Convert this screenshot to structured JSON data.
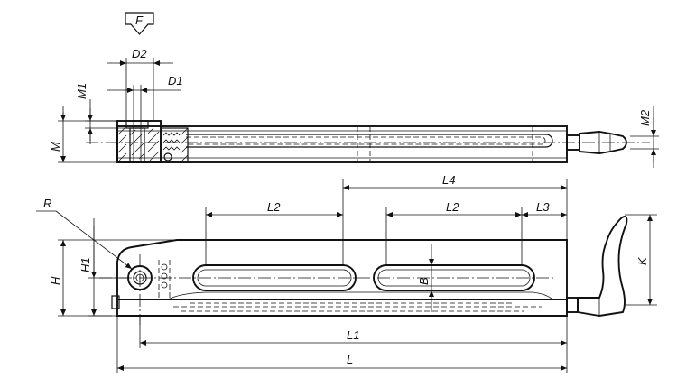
{
  "labels": {
    "F": "F",
    "D2": "D2",
    "D1": "D1",
    "M1": "M1",
    "M": "M",
    "M2": "M2",
    "L4": "L4",
    "L2a": "L2",
    "L2b": "L2",
    "L3": "L3",
    "R": "R",
    "H": "H",
    "H1": "H1",
    "B": "B",
    "K": "K",
    "L1": "L1",
    "L": "L"
  }
}
